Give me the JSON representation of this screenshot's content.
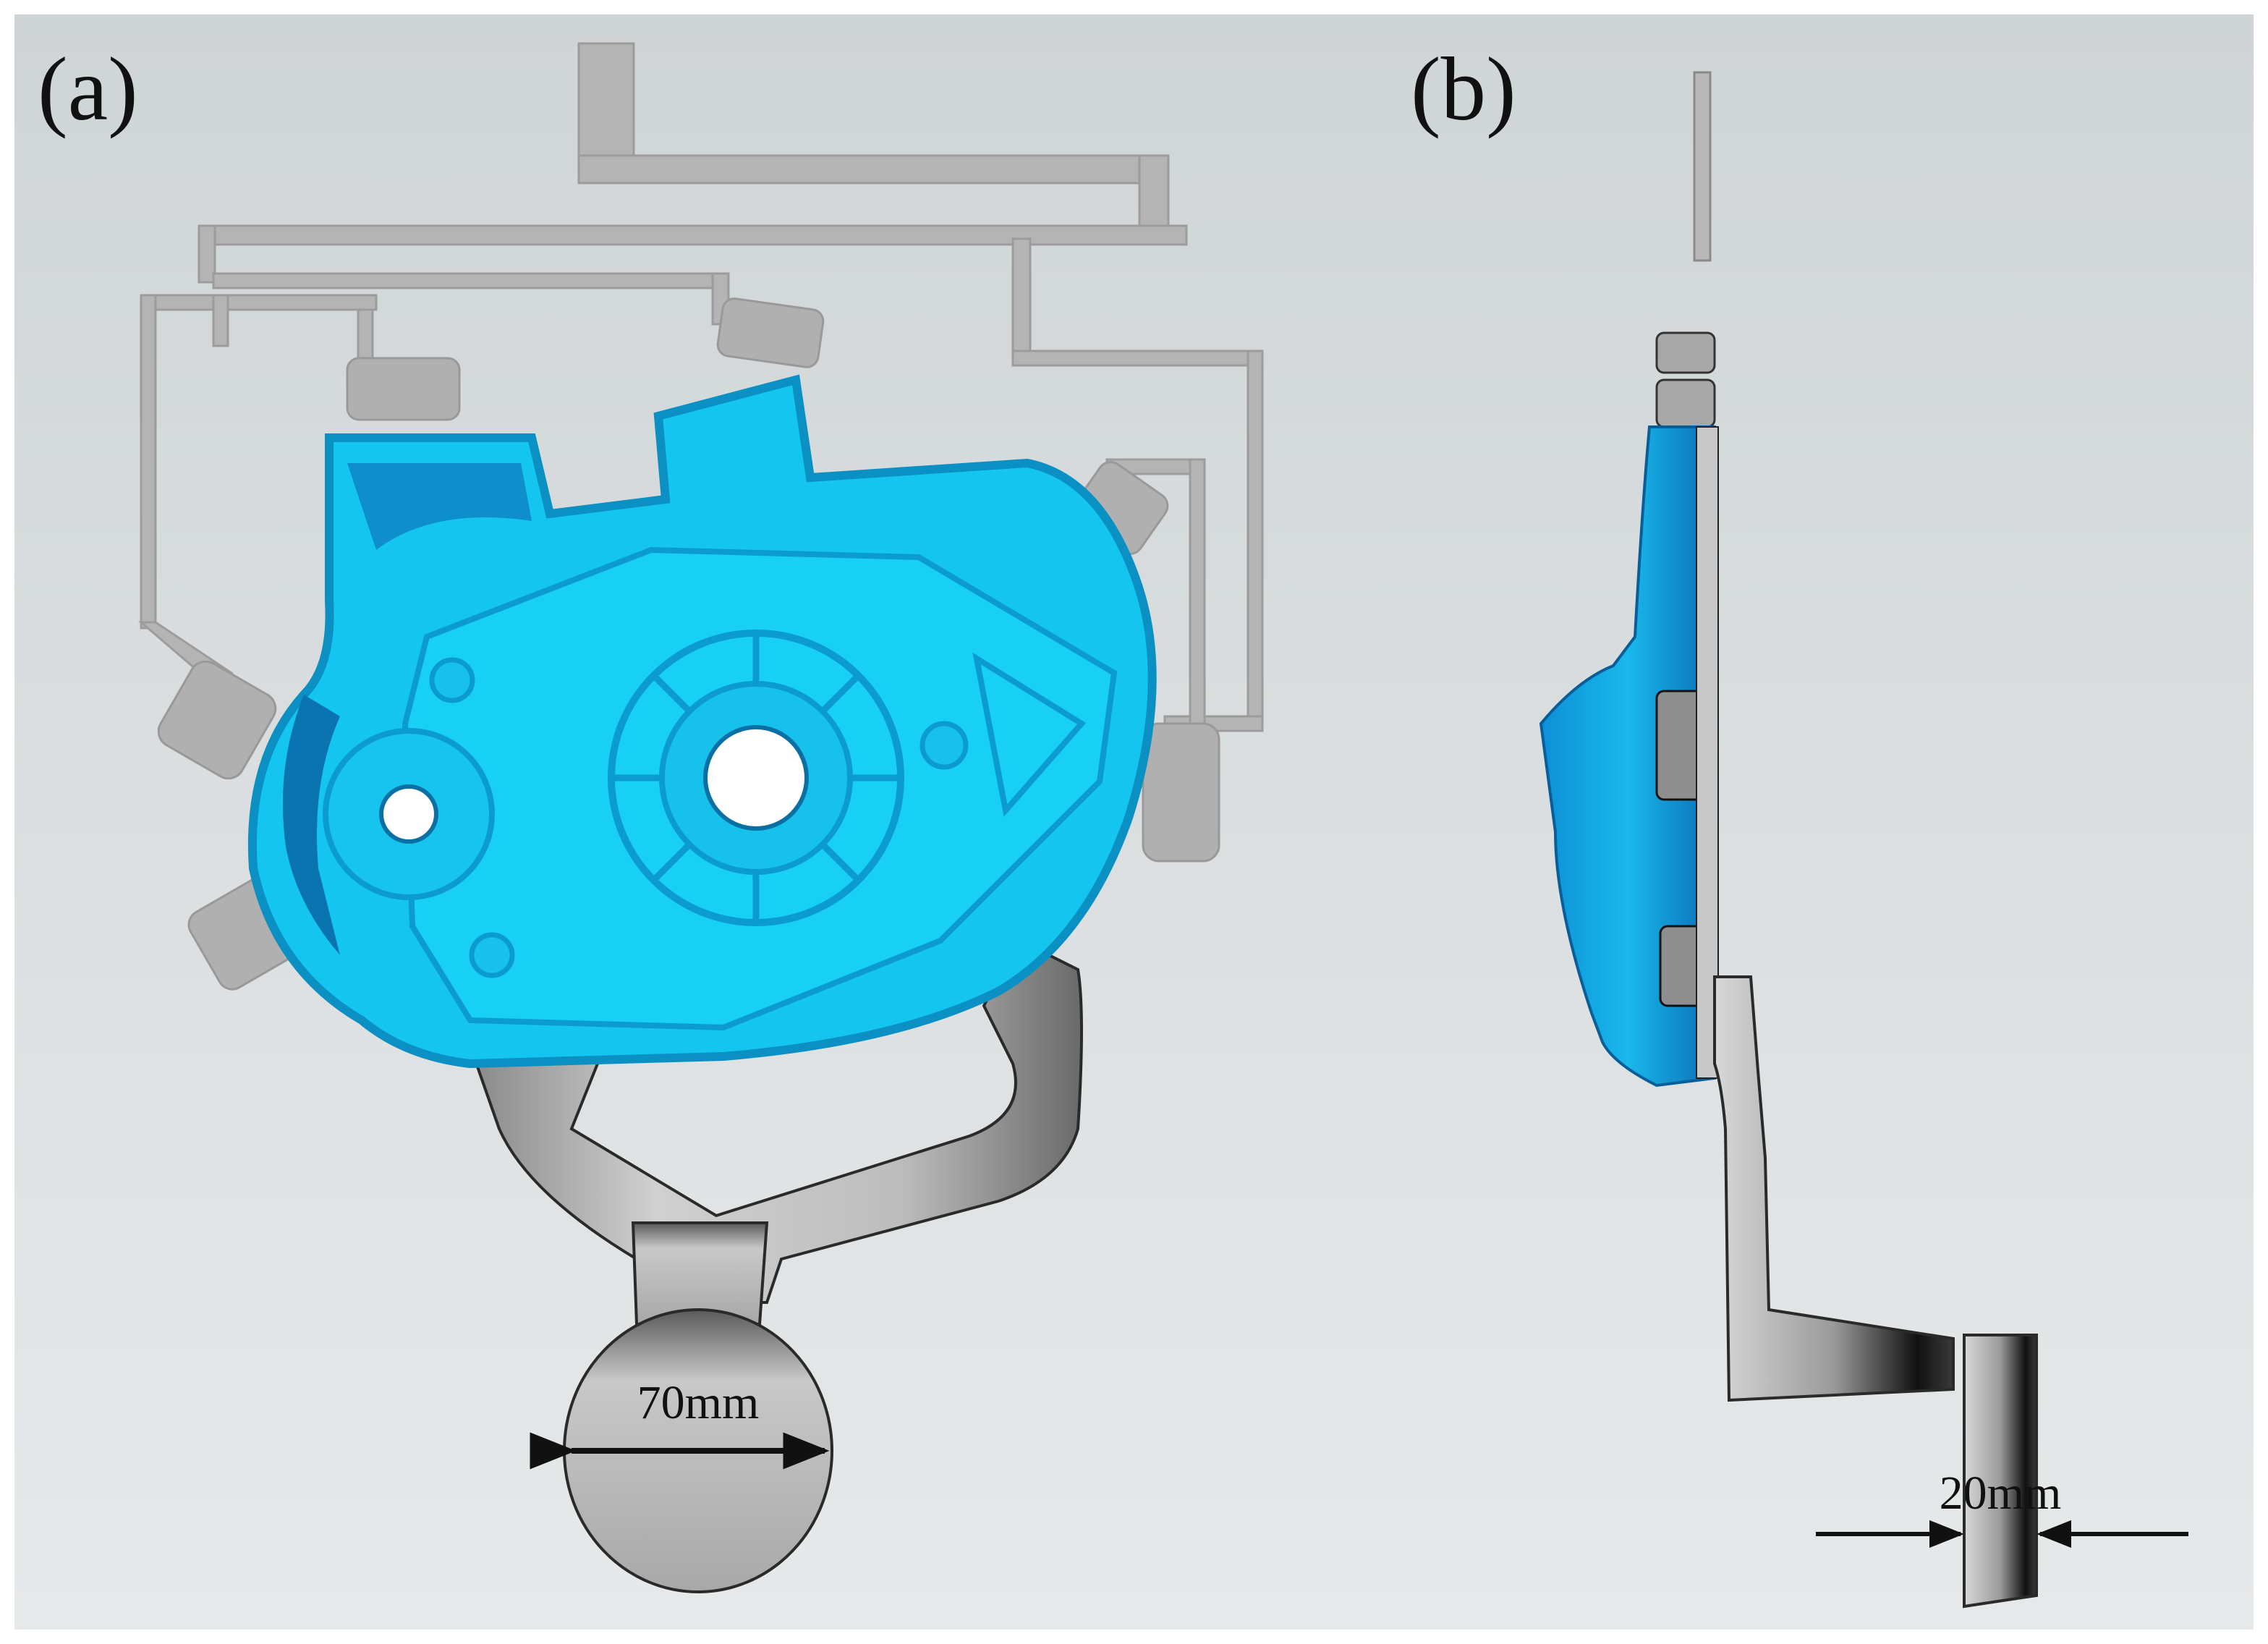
{
  "panels": {
    "a": {
      "label": "(a)"
    },
    "b": {
      "label": "(b)"
    }
  },
  "dimensions": {
    "diameter": "70mm",
    "thickness": "20mm"
  },
  "colors": {
    "background": "#d4d9db",
    "casting": "#10c8ee",
    "casting_dark": "#0a8fbf",
    "gating": "#b7b7b7",
    "gating_dark": "#5a5a5a",
    "outline": "#2a2a2a"
  }
}
